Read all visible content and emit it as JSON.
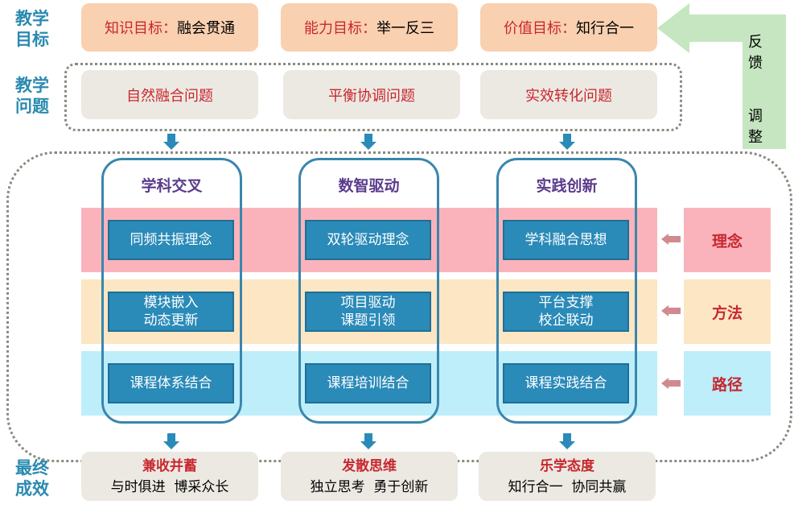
{
  "labels": {
    "goals": "教学目标",
    "problems": "教学问题",
    "outcomes": "最终成效"
  },
  "goals": [
    {
      "label": "知识目标：",
      "value": "融会贯通"
    },
    {
      "label": "能力目标：",
      "value": "举一反三"
    },
    {
      "label": "价值目标：",
      "value": "知行合一"
    }
  ],
  "problems": [
    "自然融合问题",
    "平衡协调问题",
    "实效转化问题"
  ],
  "feedback": {
    "line1": "反馈",
    "line2": "调整"
  },
  "columns": [
    {
      "title": "学科交叉",
      "items": [
        "同频共振理念",
        "模块嵌入\n动态更新",
        "课程体系结合"
      ]
    },
    {
      "title": "数智驱动",
      "items": [
        "双轮驱动理念",
        "项目驱动\n课题引领",
        "课程培训结合"
      ]
    },
    {
      "title": "实践创新",
      "items": [
        "学科融合思想",
        "平台支撑\n校企联动",
        "课程实践结合"
      ]
    }
  ],
  "rows": [
    "理念",
    "方法",
    "路径"
  ],
  "outcomes": [
    {
      "title": "兼收并蓄",
      "text": "与时俱进  博采众长"
    },
    {
      "title": "发散思维",
      "text": "独立思考  勇于创新"
    },
    {
      "title": "乐学态度",
      "text": "知行合一  协同共赢"
    }
  ],
  "colors": {
    "accent": "#2a8ab8",
    "band_pink": "#fbb3bb",
    "band_yellow": "#fce6c4",
    "band_blue": "#bdeefa",
    "feedback": "#c5e6c0"
  }
}
